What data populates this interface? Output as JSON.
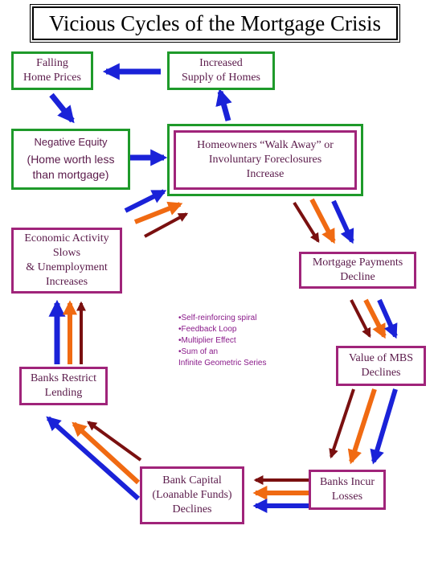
{
  "title": "Vicious Cycles of the Mortgage Crisis",
  "colors": {
    "green": "#1e9a2a",
    "purple": "#a0247a",
    "blue": "#1a22d8",
    "orange": "#f06a12",
    "maroon": "#7a1010"
  },
  "boxes": {
    "falling_prices": "Falling\nHome Prices",
    "increased_supply": "Increased\nSupply of Homes",
    "negative_equity_title": "Negative Equity",
    "negative_equity_detail": "(Home worth less\nthan mortgage)",
    "walk_away": "Homeowners “Walk Away” or\nInvoluntary Foreclosures\nIncrease",
    "economic_activity": "Economic Activity\nSlows\n& Unemployment\nIncreases",
    "mortgage_payments": "Mortgage Payments\nDecline",
    "value_mbs": "Value of MBS\nDeclines",
    "banks_restrict": "Banks Restrict\nLending",
    "bank_capital": "Bank Capital\n(Loanable Funds)\nDeclines",
    "banks_losses": "Banks Incur\nLosses"
  },
  "notes": [
    "•Self-reinforcing spiral",
    "•Feedback Loop",
    "•Multiplier Effect",
    "•Sum of an",
    "Infinite Geometric Series"
  ]
}
